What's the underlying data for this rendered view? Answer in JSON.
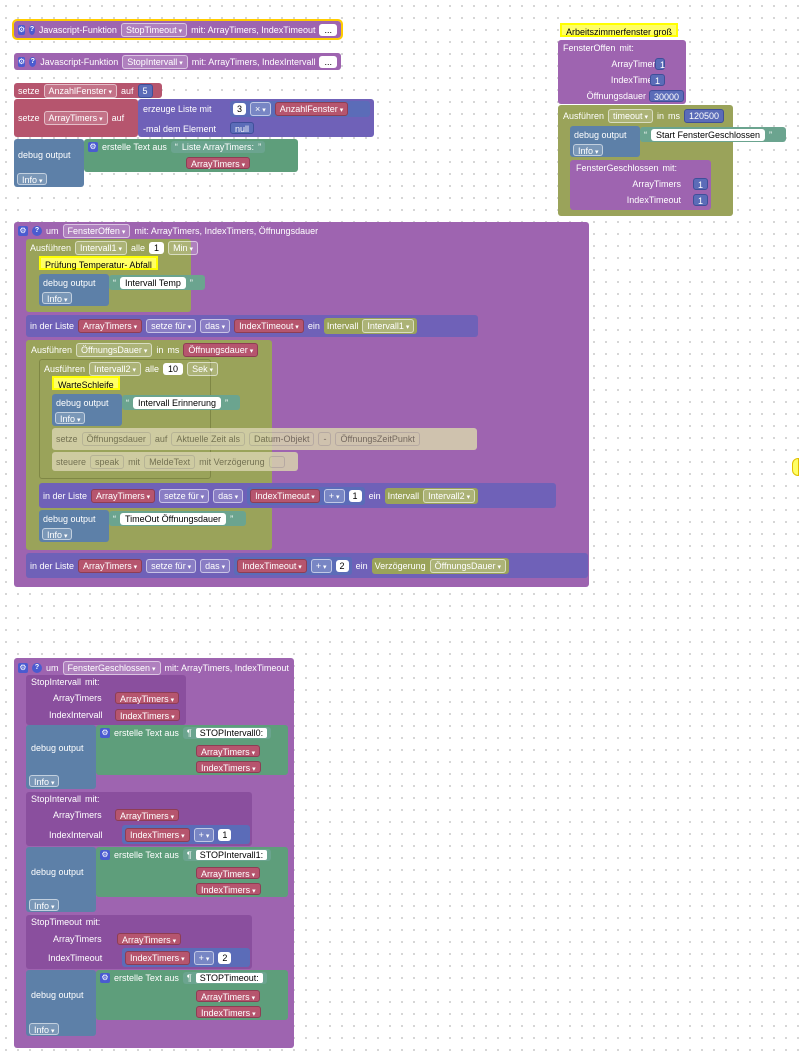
{
  "colors": {
    "procedure": "#9e64b0",
    "variable": "#b6556e",
    "list": "#6f61b8",
    "text": "#6ba48f",
    "debug": "#5d80a8",
    "timer": "#9aa35a",
    "comment": "#ffff66"
  },
  "top": {
    "js1": {
      "label": "Javascript-Funktion",
      "name": "StopTimeout",
      "mit": "mit: ArrayTimers, IndexTimeout",
      "dots": "..."
    },
    "js2": {
      "label": "Javascript-Funktion",
      "name": "StopIntervall",
      "mit": "mit: ArrayTimers, IndexIntervall",
      "dots": "..."
    }
  },
  "setup": {
    "setze": "setze",
    "auf": "auf",
    "var1": "AnzahlFenster",
    "val1": "5",
    "var2": "ArrayTimers",
    "erzeuge": "erzeuge Liste mit",
    "mal": "-mal dem Element",
    "count": "3",
    "op": "×",
    "opvar": "AnzahlFenster",
    "nullv": "null",
    "debug": "debug output",
    "erstelle": "erstelle Text aus",
    "str": "Liste ArrayTimers:",
    "var3": "ArrayTimers",
    "info": "Info"
  },
  "rightblock": {
    "comment": "Arbeitszimmerfenster groß",
    "proc": "FensterOffen",
    "mit": "mit:",
    "p1": "ArrayTimers",
    "v1": "1",
    "p2": "IndexTimers",
    "v2": "1",
    "p3": "Öffnungsdauer",
    "v3": "30000",
    "ausf": "Ausführen",
    "timeout": "timeout",
    "in": "in",
    "ms": "ms",
    "msv": "120500",
    "debug": "debug output",
    "str": "Start FensterGeschlossen",
    "info": "Info",
    "proc2": "FensterGeschlossen",
    "mit2": "mit:",
    "q1": "ArrayTimers",
    "w1": "1",
    "q2": "IndexTimeout",
    "w2": "1"
  },
  "offen": {
    "um": "um",
    "name": "FensterOffen",
    "mit": "mit: ArrayTimers, IndexTimers, Öffnungsdauer",
    "ausf": "Ausführen",
    "int1": "Intervall1",
    "alle": "alle",
    "v1": "1",
    "unit1": "Min",
    "c1": "Prüfung Temperatur- Abfall",
    "debug": "debug output",
    "s1": "Intervall Temp",
    "info": "Info",
    "inliste": "in der Liste",
    "arr": "ArrayTimers",
    "setze_fuer": "setze für",
    "das": "das",
    "idx1": "IndexTimeout",
    "ein": "ein",
    "intervall": "Intervall",
    "iv1": "Intervall1",
    "ausf2": "Ausführen",
    "od": "ÖffnungsDauer",
    "in": "in",
    "ms": "ms",
    "od2": "Öffnungsdauer",
    "int2": "Intervall2",
    "v2": "10",
    "unit2": "Sek",
    "c2": "WarteSchleife",
    "s2": "Intervall Erinnerung",
    "setze": "setze",
    "var_od": "Öffnungsdauer",
    "auf": "auf",
    "akt": "Aktuelle Zeit als",
    "dobj": "Datum-Objekt",
    "minus": "-",
    "ozp": "ÖffnungsZeitPunkt",
    "steuere": "steuere",
    "speak": "speak",
    "mit2": "mit",
    "melde": "MeldeText",
    "verz": "mit Verzögerung",
    "plus": "+",
    "n1": "1",
    "iv2": "Intervall2",
    "s3": "TimeOut Öffnungsdauer",
    "idx2": "IndexTimeout",
    "n2": "2",
    "verzoeg": "Verzögerung",
    "od3": "ÖffnungsDauer"
  },
  "geschl": {
    "um": "um",
    "name": "FensterGeschlossen",
    "mit": "mit: ArrayTimers, IndexTimeout",
    "si": "StopIntervall",
    "mit2": "mit:",
    "at": "ArrayTimers",
    "ii": "IndexIntervall",
    "it": "IndexTimers",
    "debug": "debug output",
    "erstelle": "erstelle Text aus",
    "info": "Info",
    "s0": "STOPIntervall0:",
    "s1": "STOPIntervall1:",
    "s2": "STOPTimeout:",
    "st": "StopTimeout",
    "ito": "IndexTimeout",
    "plus": "+",
    "n1": "1",
    "n2": "2"
  }
}
